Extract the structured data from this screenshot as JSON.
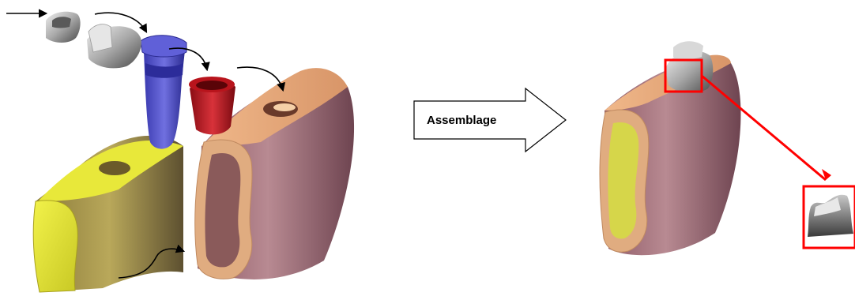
{
  "diagram": {
    "action_arrow_label": "Assemblage",
    "colors": {
      "crown": "#8a8a8a",
      "abutment": "#5a5ad0",
      "core": "#b5121b",
      "gum_outer": "#e3a97c",
      "gum_inner": "#a06a70",
      "bone": "#ecec2c",
      "highlight_box": "#ff0000"
    },
    "parts": {
      "crown_small": "crown-piece",
      "crown_large": "crown-cap",
      "abutment": "abutment-post",
      "core": "core-insert",
      "gum": "gingiva-segment",
      "bone": "bone-segment"
    },
    "icons": [
      "flow-arrow",
      "block-arrow",
      "zoom-box"
    ]
  }
}
